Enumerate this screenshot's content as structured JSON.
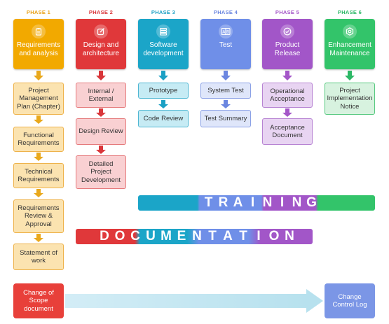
{
  "phases": [
    {
      "label": "PHASE 1",
      "title": "Requirements and analysis",
      "color": "#f2a900",
      "label_color": "#e9a21b",
      "icon": "clipboard-icon"
    },
    {
      "label": "PHASE 2",
      "title": "Design and architecture",
      "color": "#e0383a",
      "label_color": "#d9363a",
      "icon": "edit-icon"
    },
    {
      "label": "PHASE 3",
      "title": "Software development",
      "color": "#1ba5c8",
      "label_color": "#1ba0c4",
      "icon": "list-icon"
    },
    {
      "label": "PHASE 4",
      "title": "Test",
      "color": "#6f8fe8",
      "label_color": "#6b86e0",
      "icon": "ab-test-icon"
    },
    {
      "label": "PHASE 5",
      "title": "Product Release",
      "color": "#a256c8",
      "label_color": "#a456c8",
      "icon": "check-circle-icon"
    },
    {
      "label": "PHASE 6",
      "title": "Enhancement Maintenance",
      "color": "#33c46a",
      "label_color": "#2cb866",
      "icon": "gear-icon"
    }
  ],
  "columns": {
    "phase1": [
      "Project Management Plan (Chapter)",
      "Functional Requirements",
      "Technical Requirements",
      "Requirements Review & Approval",
      "Statement of work"
    ],
    "phase2": [
      "Internal / External",
      "Design Review",
      "Detailed Project Development"
    ],
    "phase3": [
      "Prototype",
      "Code Review"
    ],
    "phase4": [
      "System Test",
      "Test Summary"
    ],
    "phase5": [
      "Operational Acceptance",
      "Acceptance Document"
    ],
    "phase6": [
      "Project Implementation Notice"
    ]
  },
  "bands": {
    "training": [
      "T",
      "R",
      "A",
      "I",
      "N",
      "I",
      "N",
      "G"
    ],
    "documentation": [
      "D",
      "O",
      "C",
      "U",
      "M",
      "E",
      "N",
      "T",
      "A",
      "T",
      "I",
      "O",
      "N"
    ]
  },
  "bottom": {
    "left": "Change of Scope document",
    "right": "Change Control Log"
  },
  "colors": {
    "phase1_box_bg": "#fbe3b0",
    "phase1_box_border": "#eeb24a",
    "phase2_box_bg": "#f9d0d2",
    "phase2_box_border": "#e57a7c",
    "phase3_box_bg": "#c6ebf4",
    "phase3_box_border": "#4fb7d3",
    "phase4_box_bg": "#dfe6fa",
    "phase4_box_border": "#8aa0e6",
    "phase5_box_bg": "#e8d4f2",
    "phase5_box_border": "#b783d3",
    "phase6_box_bg": "#d7f2df",
    "phase6_box_border": "#56c97f"
  }
}
